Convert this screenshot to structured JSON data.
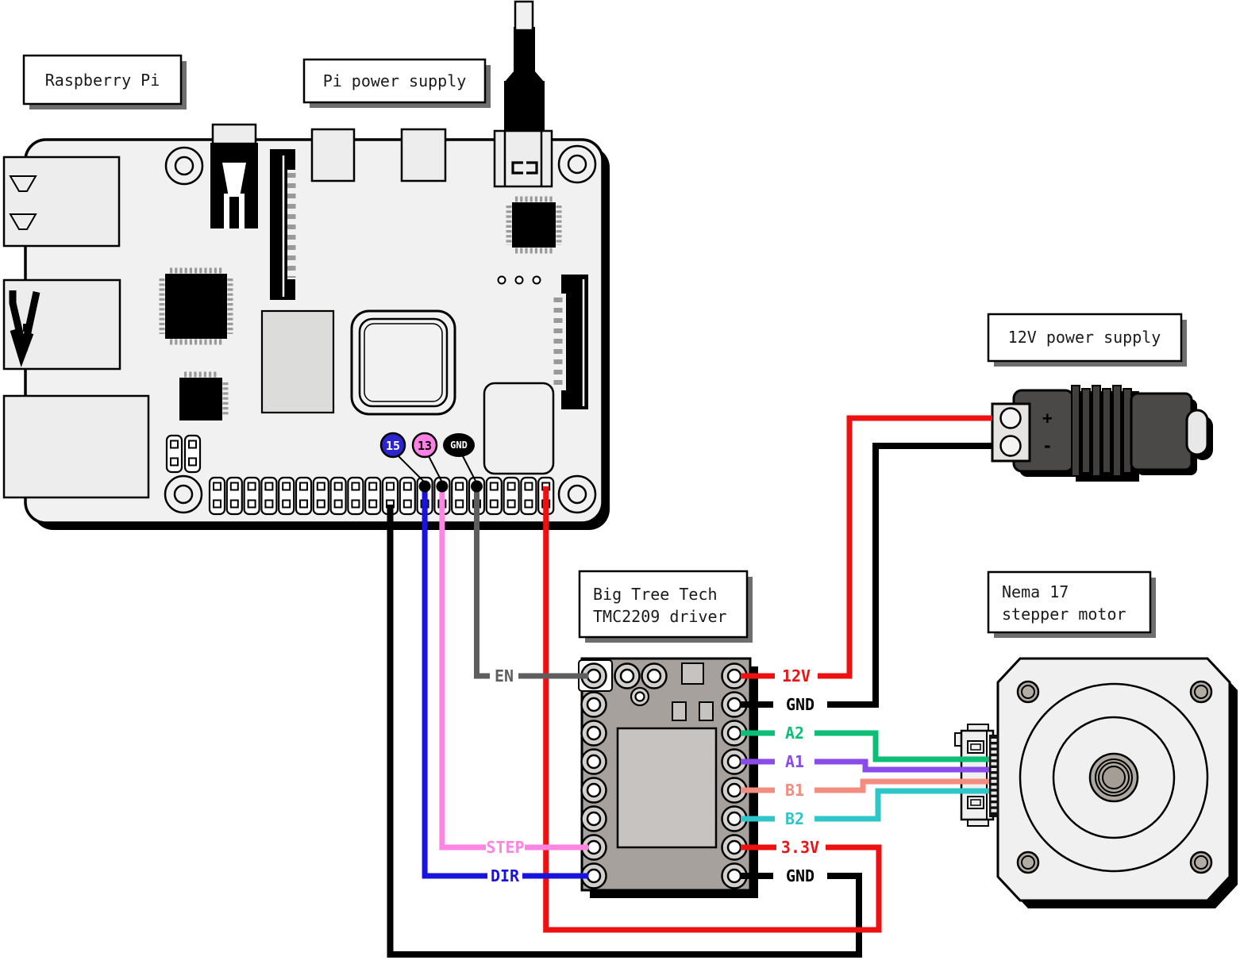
{
  "labels": {
    "raspberry_pi": "Raspberry Pi",
    "pi_power_supply": "Pi power supply",
    "twelve_v_power_supply": "12V power supply",
    "driver_line1": "Big Tree Tech",
    "driver_line2": "TMC2209 driver",
    "motor_line1": "Nema 17",
    "motor_line2": "stepper motor"
  },
  "gpio_callouts": {
    "pin15": "15",
    "pin13": "13",
    "gnd": "GND"
  },
  "power_supply_terminals": {
    "plus": "+",
    "minus": "-"
  },
  "wire_labels": {
    "en": "EN",
    "step": "STEP",
    "dir": "DIR",
    "v12": "12V",
    "gnd_top": "GND",
    "a2": "A2",
    "a1": "A1",
    "b1": "B1",
    "b2": "B2",
    "v3_3": "3.3V",
    "gnd_bottom": "GND"
  },
  "colors": {
    "red": "#EE1111",
    "black": "#000000",
    "green_a2": "#0CBE76",
    "purple_a1": "#8A4BEB",
    "salmon_b1": "#F58C80",
    "teal_b2": "#2EC6C9",
    "pink_step": "#FF85E2",
    "blue_dir": "#1A13DB",
    "gray_en": "#5E5E5E",
    "pin15_blue": "#2C24CC",
    "pin13_pink": "#FF80E5"
  }
}
